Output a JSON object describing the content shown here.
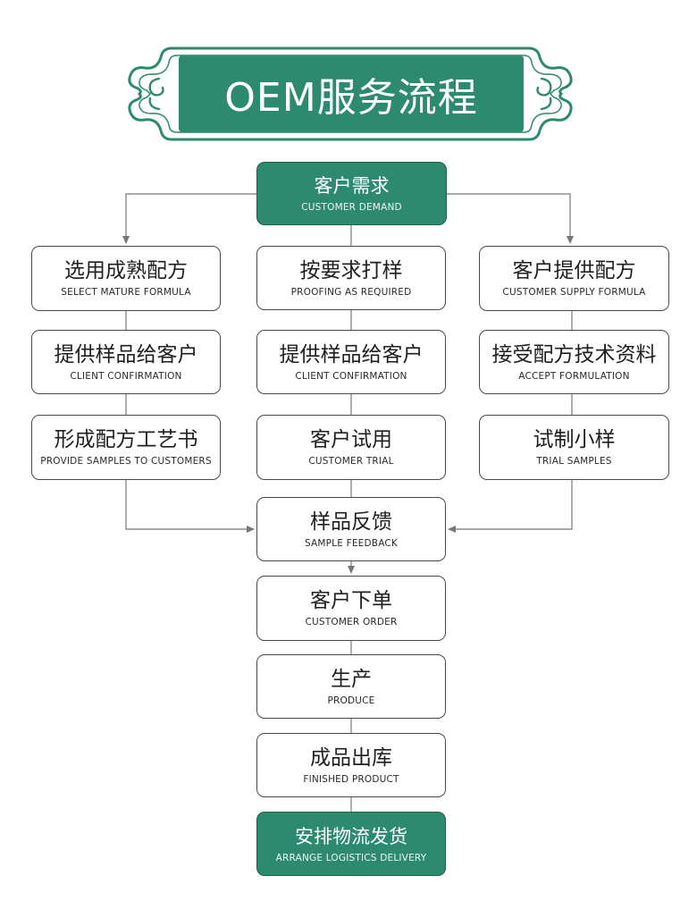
{
  "title": "OEM服务流程",
  "colors": {
    "accent": "#2e8a6e",
    "accent_dark": "#1f5f4c",
    "border": "#4a4a4a",
    "connector": "#777777"
  },
  "start": {
    "zh": "客户需求",
    "en": "CUSTOMER DEMAND"
  },
  "left": [
    {
      "zh": "选用成熟配方",
      "en": "SELECT MATURE FORMULA"
    },
    {
      "zh": "提供样品给客户",
      "en": "CLIENT CONFIRMATION"
    },
    {
      "zh": "形成配方工艺书",
      "en": "PROVIDE SAMPLES TO CUSTOMERS"
    }
  ],
  "center": [
    {
      "zh": "按要求打样",
      "en": "PROOFING AS REQUIRED"
    },
    {
      "zh": "提供样品给客户",
      "en": "CLIENT CONFIRMATION"
    },
    {
      "zh": "客户试用",
      "en": "CUSTOMER TRIAL"
    }
  ],
  "right": [
    {
      "zh": "客户提供配方",
      "en": "CUSTOMER SUPPLY FORMULA"
    },
    {
      "zh": "接受配方技术资料",
      "en": "ACCEPT FORMULATION"
    },
    {
      "zh": "试制小样",
      "en": "TRIAL SAMPLES"
    }
  ],
  "flow": [
    {
      "zh": "样品反馈",
      "en": "SAMPLE FEEDBACK"
    },
    {
      "zh": "客户下单",
      "en": "CUSTOMER ORDER"
    },
    {
      "zh": "生产",
      "en": "PRODUCE"
    },
    {
      "zh": "成品出库",
      "en": "FINISHED PRODUCT"
    }
  ],
  "end": {
    "zh": "安排物流发货",
    "en": "ARRANGE LOGISTICS DELIVERY"
  }
}
